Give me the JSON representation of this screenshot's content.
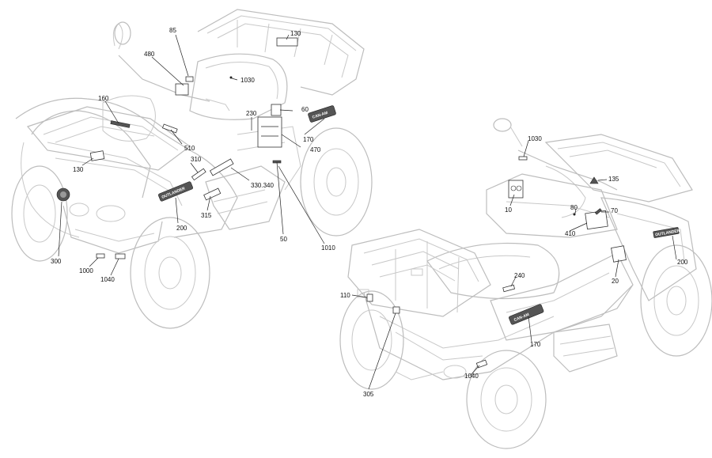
{
  "callouts": [
    {
      "label": "85"
    },
    {
      "label": "130"
    },
    {
      "label": "480"
    },
    {
      "label": "1030"
    },
    {
      "label": "160"
    },
    {
      "label": "60"
    },
    {
      "label": "230"
    },
    {
      "label": "470"
    },
    {
      "label": "510"
    },
    {
      "label": "170"
    },
    {
      "label": "130"
    },
    {
      "label": "310"
    },
    {
      "label": "330.340"
    },
    {
      "label": "315"
    },
    {
      "label": "200"
    },
    {
      "label": "50"
    },
    {
      "label": "1010"
    },
    {
      "label": "300"
    },
    {
      "label": "1000"
    },
    {
      "label": "1040"
    },
    {
      "label": "1030"
    },
    {
      "label": "135"
    },
    {
      "label": "10"
    },
    {
      "label": "80"
    },
    {
      "label": "70"
    },
    {
      "label": "410"
    },
    {
      "label": "200"
    },
    {
      "label": "20"
    },
    {
      "label": "240"
    },
    {
      "label": "110"
    },
    {
      "label": "170"
    },
    {
      "label": "1040"
    },
    {
      "label": "305"
    }
  ],
  "decals": {
    "brand": "CAN-AM",
    "model": "OUTLANDER"
  }
}
